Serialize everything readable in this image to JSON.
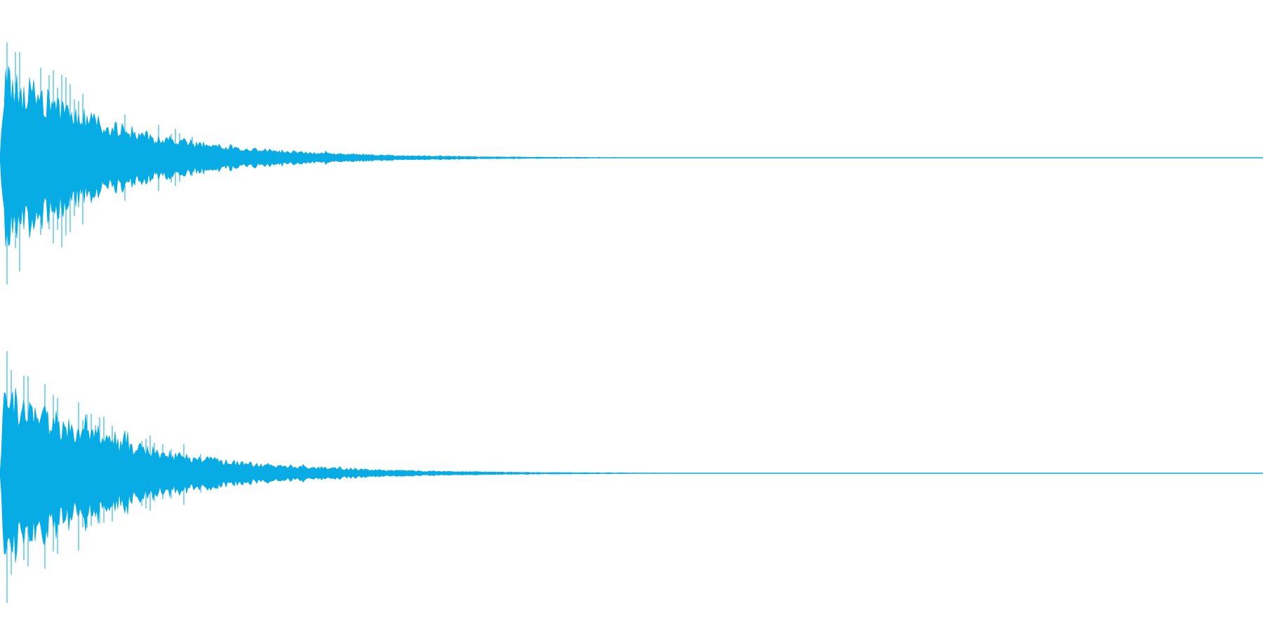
{
  "chart_data": {
    "type": "area",
    "description_kind": "stereo audio waveform",
    "channels": [
      {
        "channel_index": 1,
        "attack_seconds": 0.003,
        "peak_amplitude": 0.82,
        "decay_rate": 3.6,
        "silence_after_fraction": 0.69
      },
      {
        "channel_index": 2,
        "attack_seconds": 0.003,
        "peak_amplitude": 0.8,
        "decay_rate": 3.4,
        "silence_after_fraction": 0.71
      }
    ],
    "amplitude_range": [
      -1,
      1
    ],
    "title": "",
    "xlabel": "",
    "ylabel": "",
    "grid": false,
    "legend": "none",
    "waveform_color": "#06ace3"
  }
}
